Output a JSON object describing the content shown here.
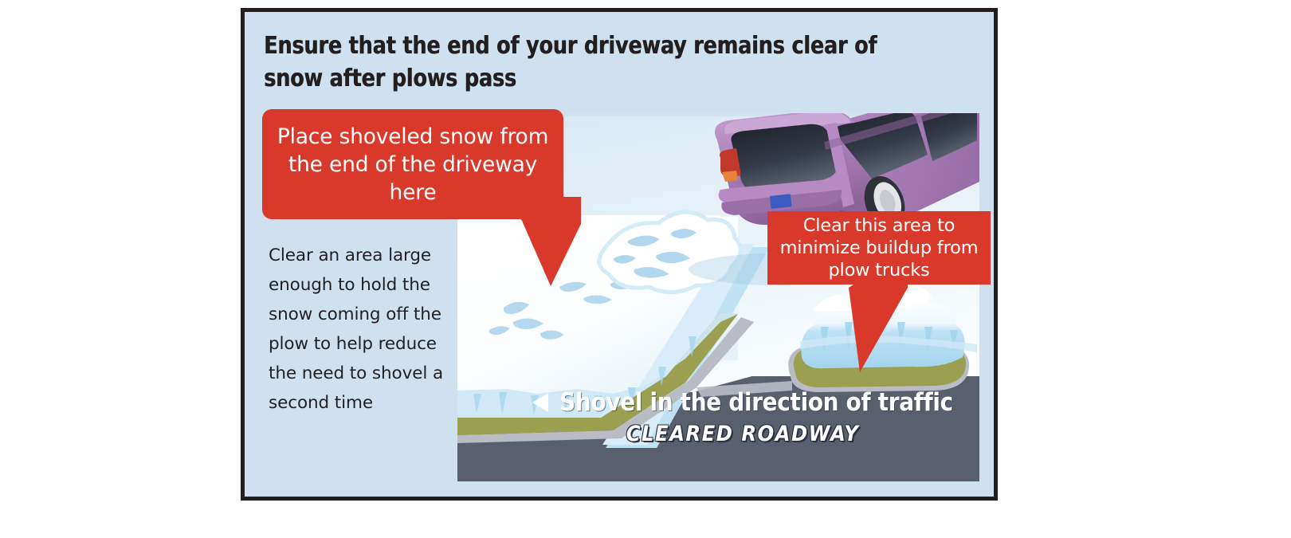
{
  "poster": {
    "headline": "Ensure that the end of your driveway remains clear of snow after plows pass",
    "body_text": "Clear an area large enough to hold the snow coming off the plow to help reduce the need to shovel a second time",
    "colors": {
      "card_background": "#cfe1ef",
      "frame": "#231f20",
      "callout_red": "#d8392b",
      "roadway": "#5a5f6e",
      "grass": "#a3a martial"
    }
  },
  "callouts": [
    {
      "id": "place-shoveled-snow",
      "text": "Place shoveled snow from the end of the driveway here",
      "shape": "rounded",
      "points_to": "driveway-apron-snow"
    },
    {
      "id": "clear-this-area",
      "text": "Clear this area to minimize buildup from plow trucks",
      "shape": "rectangle",
      "points_to": "curbside-grass-strip"
    }
  ],
  "illustration": {
    "roadway_caption_primary": "Shovel in the direction of traffic",
    "roadway_caption_secondary": "CLEARED ROADWAY",
    "direction_arrow": "left-triangle-icon",
    "elements": {
      "vehicle": "purple minivan parked in driveway",
      "snow_banks": "snow piled along driveway and curb",
      "grass_strip": "olive boulevard grass between curb and snow",
      "driveway": "cleared driveway leading to street"
    },
    "colors": {
      "sky": "#d4e5f2",
      "snow_white": "#ffffff",
      "snow_shadow": "#a8d3ec",
      "snow_mid": "#cfe8f6",
      "grass": "#9aa04f",
      "curb": "#b9bcc4",
      "road": "#5a5f6e",
      "car_body": "#a97cb5",
      "car_body_light": "#c29dcd",
      "car_body_dark": "#8a5e99",
      "glass": "#2b2f3a",
      "taillight": "#c0392b",
      "plate": "#3a5bbf",
      "tire": "#3a3d45",
      "hubcap": "#e3e5e8"
    }
  }
}
